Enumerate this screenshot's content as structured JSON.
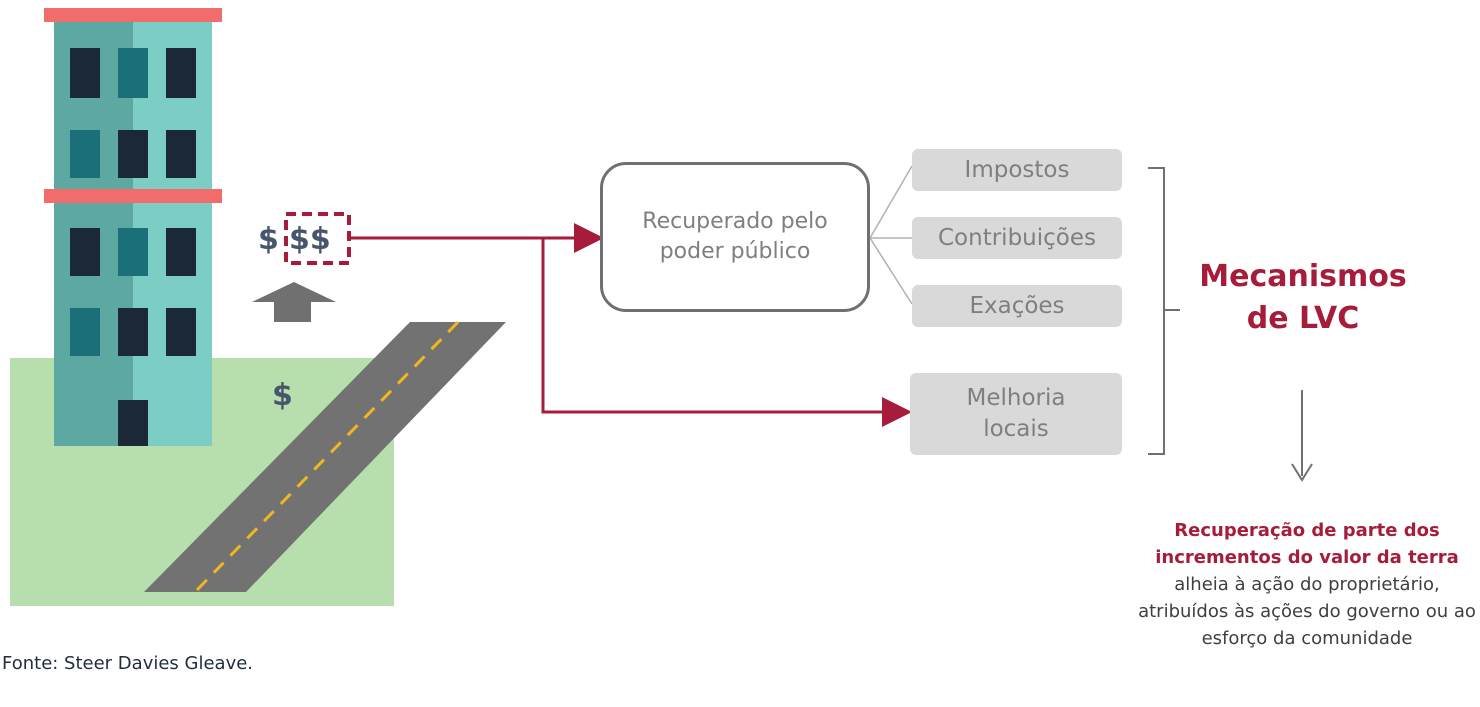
{
  "diagram": {
    "main_box_text": "Recuperado pelo poder público",
    "instruments": [
      {
        "label": "Impostos"
      },
      {
        "label": "Contribuições"
      },
      {
        "label": "Exações"
      }
    ],
    "local_improvement_label": "Melhoria locais",
    "mechanisms_title": "Mecanismos de LVC",
    "dollar_signs": {
      "left": "$",
      "highlighted": "$$",
      "land": "$"
    },
    "result_highlight": "Recuperação de parte dos incrementos do valor da terra",
    "result_text": "alheia à ação do proprietário, atribuídos às ações do governo ou ao esforço da comunidade",
    "source_caption": "Fonte: Steer Davies Gleave."
  },
  "colors": {
    "accent_red": "#a51d3a",
    "box_gray": "#d9d9d9",
    "teal_light": "#7ccdc4",
    "teal_dark": "#5ea8a2",
    "land_green": "#b7dfad",
    "roof_red": "#f16d6c",
    "road_gray": "#727272",
    "road_line": "#f2b61e"
  }
}
